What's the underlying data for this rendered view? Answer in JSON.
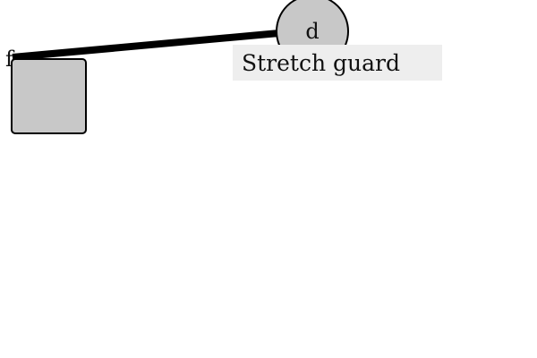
{
  "diagram": {
    "nodes": {
      "f": {
        "label": "f",
        "shape": "rounded-square"
      },
      "d": {
        "label": "d",
        "shape": "circle"
      }
    },
    "edge": {
      "from": "f",
      "to": "d",
      "label": "Stretch guard"
    }
  },
  "colors": {
    "node_fill": "#c8c8c8",
    "node_stroke": "#000000",
    "edge_stroke": "#000000",
    "label_background": "#eeeeee"
  }
}
